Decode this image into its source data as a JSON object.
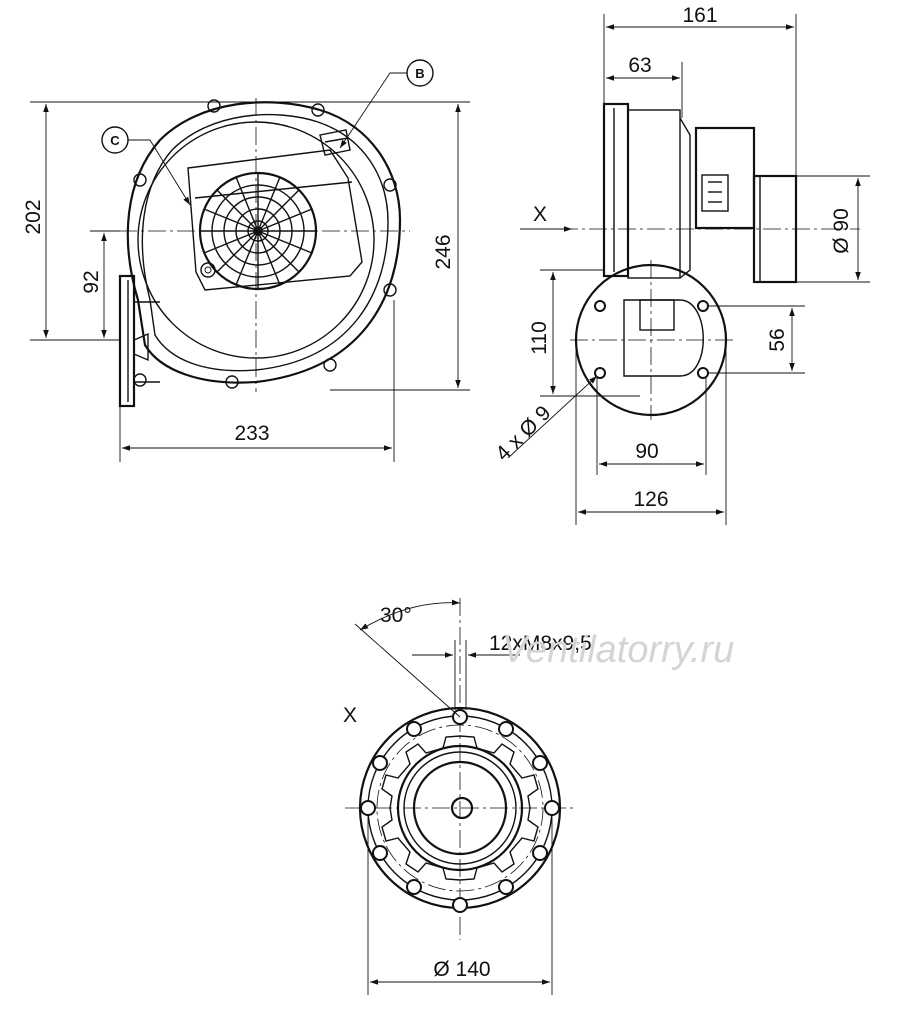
{
  "side_view": {
    "dim_height": "202",
    "dim_offset": "92",
    "dim_width": "233",
    "dim_total_height": "246",
    "callout_b": "B",
    "callout_c": "C"
  },
  "front_view": {
    "dim_depth_total": "161",
    "dim_depth_part": "63",
    "dim_outlet_diameter": "Ø 90",
    "dim_flange_height": "110",
    "dim_hole_spacing_v": "56",
    "dim_hole_spacing_h": "90",
    "dim_flange_width": "126",
    "holes_label": "4 x Ø 9",
    "view_arrow_label": "X"
  },
  "detail_view": {
    "view_label": "X",
    "angle_label": "30°",
    "thread_label": "12xM8x9,5",
    "diameter_label": "Ø 140"
  },
  "watermark": "Ventilatorry.ru"
}
